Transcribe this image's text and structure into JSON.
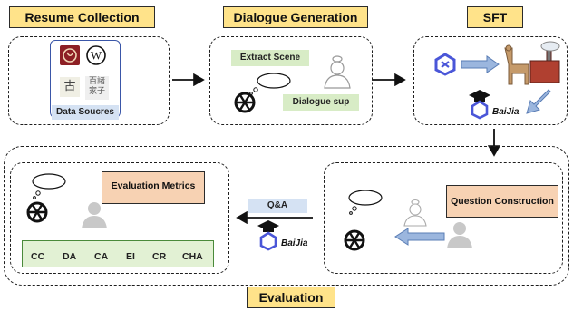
{
  "stages": {
    "resume": "Resume Collection",
    "dialogue": "Dialogue Generation",
    "sft": "SFT",
    "evaluation": "Evaluation"
  },
  "resume": {
    "sources_label": "Data Soucres",
    "glyph_gu": "古",
    "glyph_zhuzi": "百諸家子"
  },
  "dialogue": {
    "extract_scene": "Extract Scene",
    "dialogue_sup": "Dialogue sup"
  },
  "sft": {
    "model_label": "BaiJia"
  },
  "evaluation": {
    "metrics_title": "Evaluation Metrics",
    "metrics": [
      "CC",
      "DA",
      "CA",
      "EI",
      "CR",
      "CHA"
    ],
    "qa_label": "Q&A",
    "model_label": "BaiJia",
    "question_construction": "Question Construction"
  }
}
